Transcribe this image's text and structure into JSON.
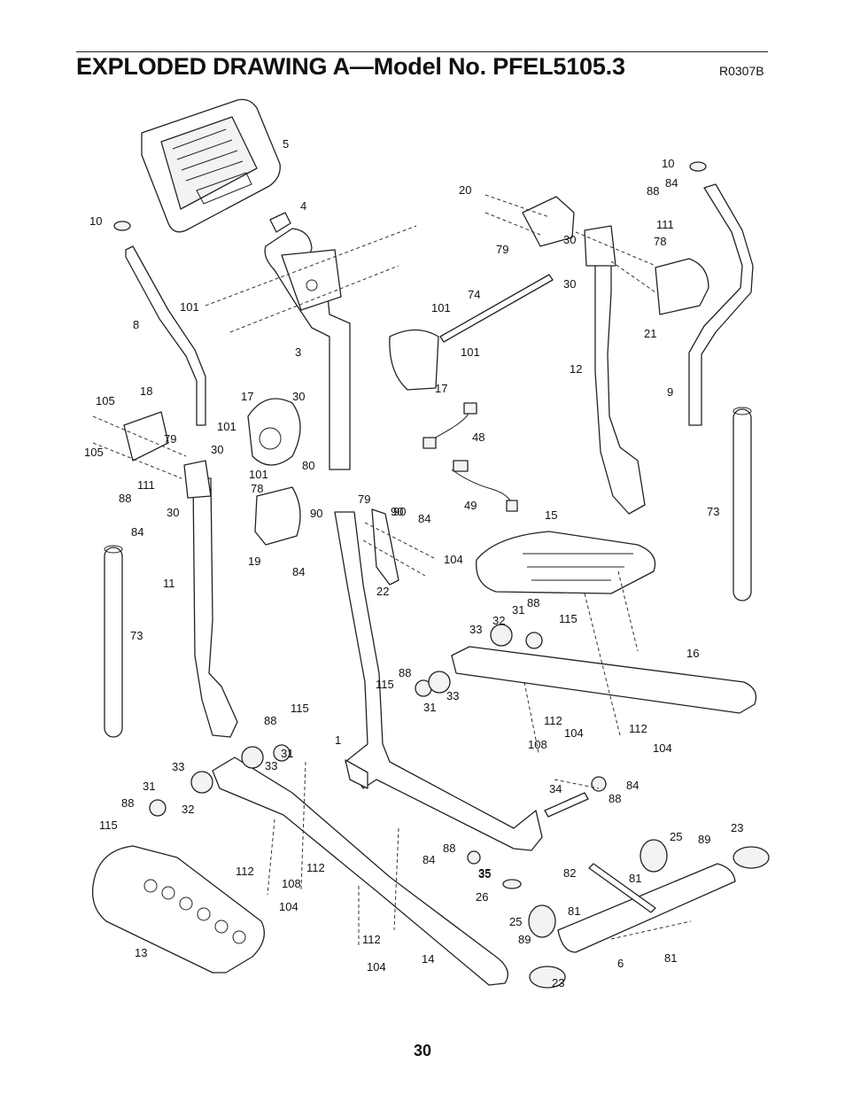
{
  "header": {
    "title": "EXPLODED DRAWING A—Model No. PFEL5105.3",
    "drawing_code": "R0307B"
  },
  "footer": {
    "page_number": "30"
  },
  "callouts": [
    "10",
    "5",
    "4",
    "101",
    "8",
    "3",
    "17",
    "30",
    "18",
    "105",
    "79",
    "101",
    "30",
    "101",
    "78",
    "111",
    "88",
    "30",
    "84",
    "17",
    "80",
    "90",
    "79",
    "90",
    "84",
    "19",
    "90",
    "84",
    "22",
    "104",
    "11",
    "73",
    "1",
    "105",
    "20",
    "79",
    "30",
    "88",
    "84",
    "10",
    "111",
    "78",
    "74",
    "101",
    "30",
    "101",
    "21",
    "12",
    "9",
    "48",
    "49",
    "73",
    "15",
    "16",
    "33",
    "32",
    "31",
    "88",
    "115",
    "115",
    "88",
    "31",
    "33",
    "112",
    "104",
    "108",
    "112",
    "104",
    "88",
    "115",
    "31",
    "33",
    "33",
    "31",
    "88",
    "32",
    "115",
    "35",
    "34",
    "88",
    "84",
    "112",
    "108",
    "112",
    "104",
    "112",
    "104",
    "14",
    "13",
    "88",
    "84",
    "35",
    "26",
    "25",
    "89",
    "23",
    "82",
    "81",
    "81",
    "25",
    "89",
    "6",
    "81",
    "23"
  ]
}
